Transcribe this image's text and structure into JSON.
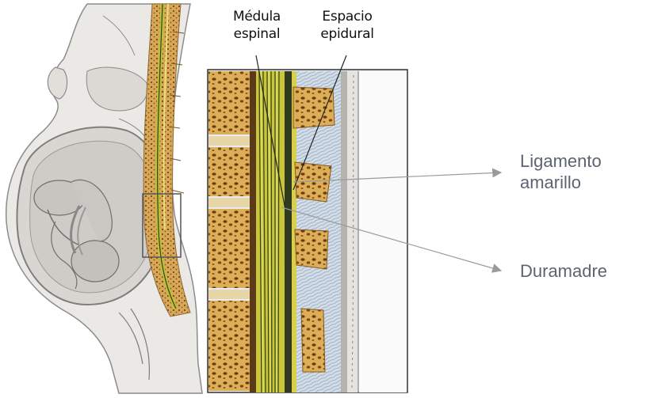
{
  "labels": {
    "medula": {
      "line1": "Médula",
      "line2": "espinal"
    },
    "espacio": {
      "line1": "Espacio",
      "line2": "epidural"
    },
    "ligamento": {
      "line1": "Ligamento",
      "line2": "amarillo"
    },
    "duramadre": {
      "line1": "Duramadre"
    }
  },
  "colors": {
    "bone": "#d9b25a",
    "bone_pore": "#6b3a14",
    "spinal_cord": "#c9c63a",
    "dura": "#2f3a1e",
    "ligament": "#c6d6e4",
    "skin": "#e8e6e4",
    "arrow": "#9a9a9a"
  }
}
